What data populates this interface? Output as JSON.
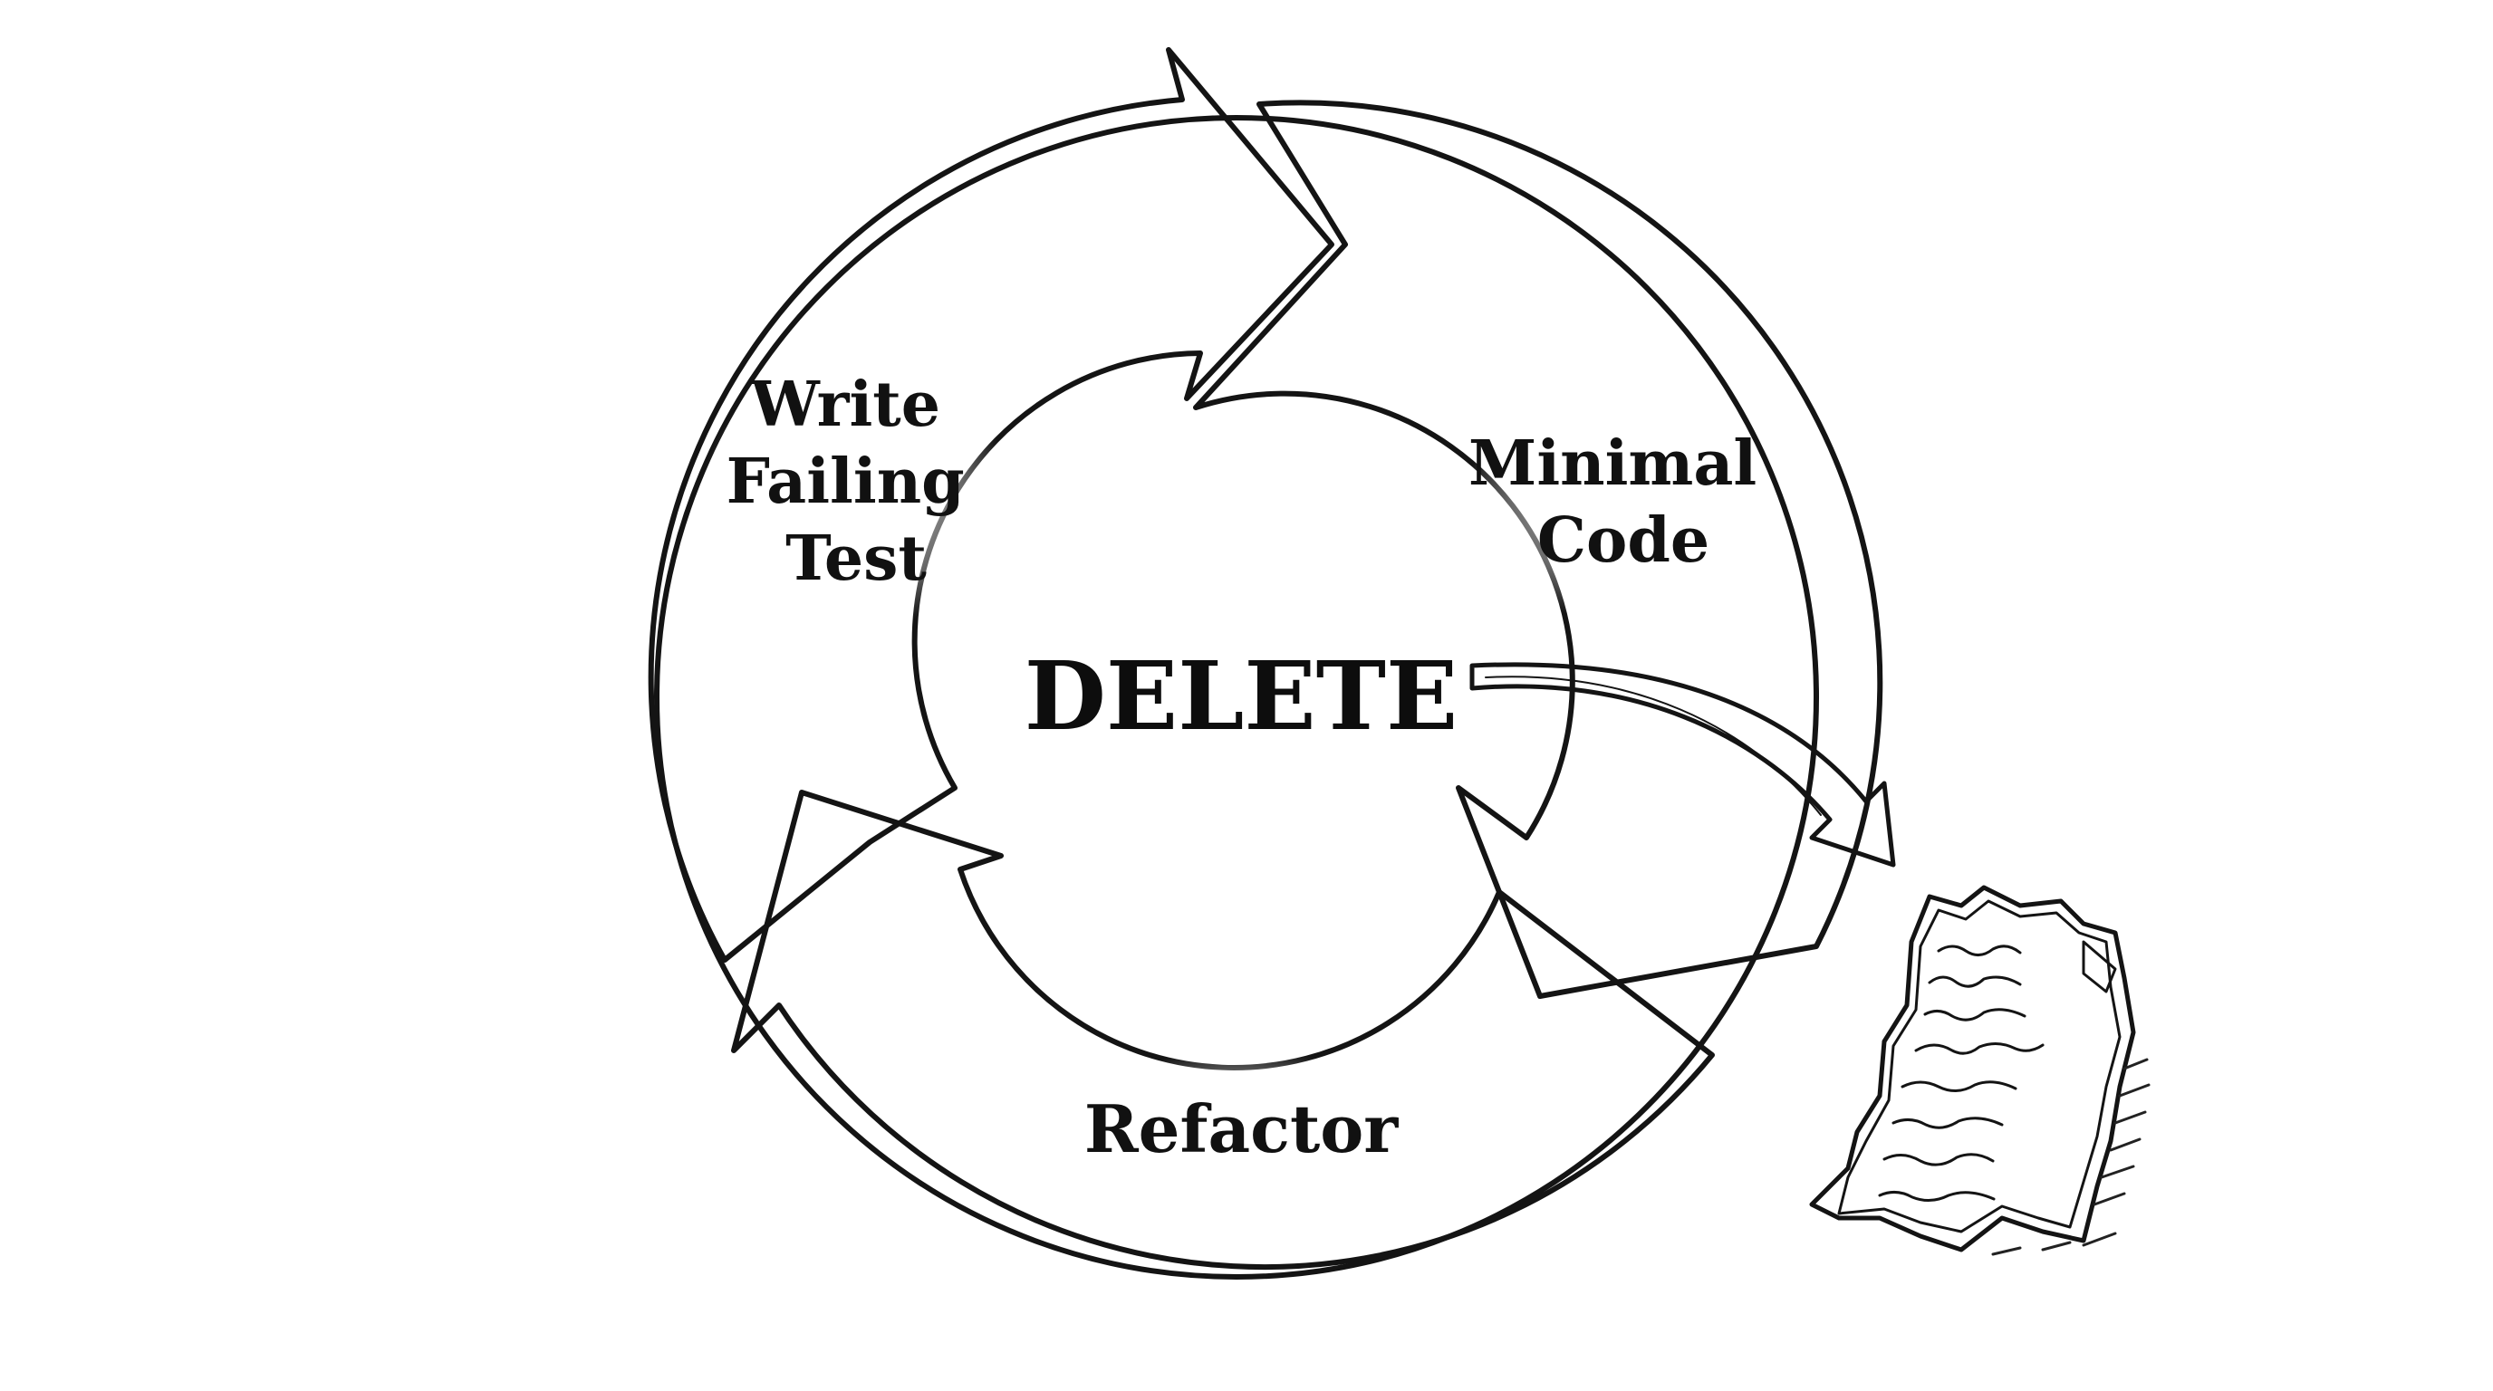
{
  "diagram": {
    "segments": [
      {
        "id": "red",
        "lines": [
          "Write",
          "Failing",
          "Test"
        ],
        "color": "#a3302e"
      },
      {
        "id": "green",
        "lines": [
          "Minimal",
          "Code"
        ],
        "color": "#5f8f55"
      },
      {
        "id": "blue",
        "lines": [
          "Refactor"
        ],
        "color": "#3a5a8e"
      }
    ],
    "center_label": "DELETE",
    "discard_icon": "crumpled-paper-icon"
  }
}
